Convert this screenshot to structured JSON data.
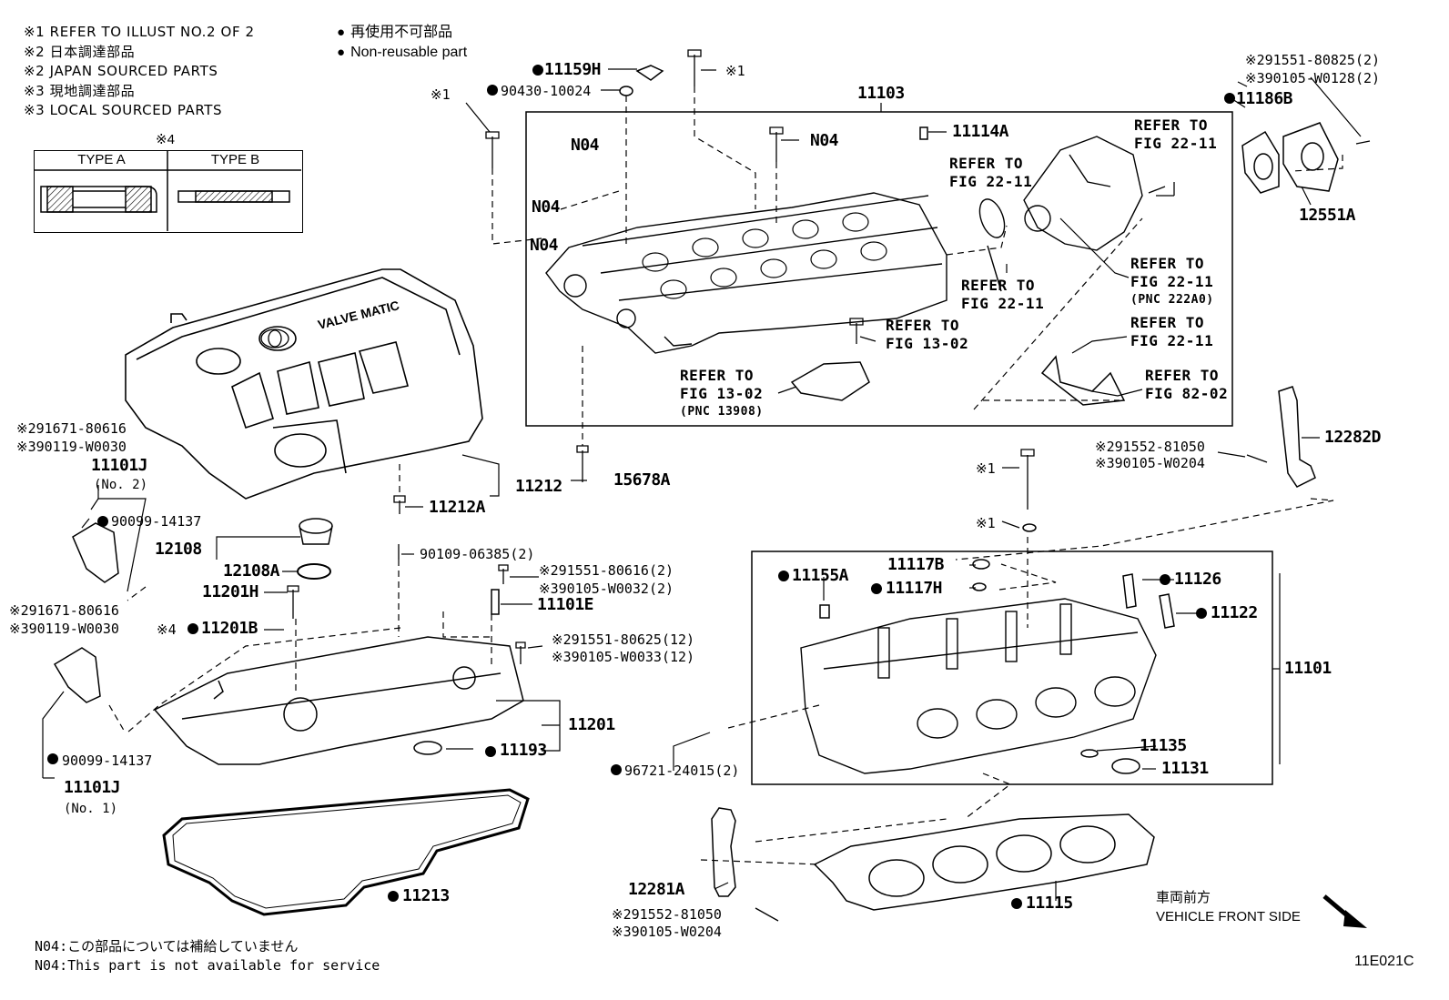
{
  "notes": [
    "※1 REFER TO ILLUST NO.2 OF 2",
    "※2 日本調達部品",
    "※2 JAPAN SOURCED PARTS",
    "※3 現地調達部品",
    "※3 LOCAL SOURCED PARTS"
  ],
  "legend": {
    "jp": "再使用不可部品",
    "en": "Non-reusable part"
  },
  "type_box": {
    "marker": "※4",
    "type_a": "TYPE A",
    "type_b": "TYPE B"
  },
  "labels": {
    "p11159H": "11159H",
    "s1a": "※1",
    "p90430": "90430-10024",
    "s1b": "※1",
    "p11103": "11103",
    "n04a": "N04",
    "n04b": "N04",
    "n04c": "N04",
    "n04d": "N04",
    "p11114A": "11114A",
    "ref2211a_1": "REFER TO",
    "ref2211a_2": "FIG 22-11",
    "ref2211b_1": "REFER TO",
    "ref2211b_2": "FIG 22-11",
    "ref2211c_1": "REFER TO",
    "ref2211c_2": "FIG 22-11",
    "ref2211d_1": "REFER TO",
    "ref2211d_2": "FIG 22-11",
    "ref2211d_3": "(PNC 222A0)",
    "ref2211e_1": "REFER TO",
    "ref2211e_2": "FIG 22-11",
    "ref1302a_1": "REFER TO",
    "ref1302a_2": "FIG 13-02",
    "ref1302b_1": "REFER TO",
    "ref1302b_2": "FIG 13-02",
    "ref1302b_3": "(PNC 13908)",
    "ref8202_1": "REFER TO",
    "ref8202_2": "FIG 82-02",
    "p11186B": "11186B",
    "p12551A": "12551A",
    "s291551_80825": "※291551-80825(2)",
    "s390105_W0128": "※390105-W0128(2)",
    "s291671_a": "※291671-80616",
    "s390119_a": "※390119-W0030",
    "p11101J_a": "11101J",
    "no2": "(No. 2)",
    "p90099_a": "90099-14137",
    "s291671_b": "※291671-80616",
    "s390119_b": "※390119-W0030",
    "p90099_b": "90099-14137",
    "p11101J_b": "11101J",
    "no1": "(No. 1)",
    "p11212": "11212",
    "p15678A": "15678A",
    "p11212A": "11212A",
    "p12108": "12108",
    "p12108A": "12108A",
    "p90109": "90109-06385(2)",
    "p11201H": "11201H",
    "s291551_80616": "※291551-80616(2)",
    "s390105_W0032": "※390105-W0032(2)",
    "p11101E": "11101E",
    "s4": "※4",
    "p11201B": "11201B",
    "s291551_80625": "※291551-80625(12)",
    "s390105_W0033": "※390105-W0033(12)",
    "p11201": "11201",
    "p11193": "11193",
    "p11213": "11213",
    "s291552_a": "※291552-81050",
    "s390105_W0204_a": "※390105-W0204",
    "p12282D": "12282D",
    "s1c": "※1",
    "s1d": "※1",
    "p11155A": "11155A",
    "p11117B": "11117B",
    "p11117H": "11117H",
    "p11126": "11126",
    "p11122": "11122",
    "p11101": "11101",
    "p96721": "96721-24015(2)",
    "p11135": "11135",
    "p11131": "11131",
    "p12281A": "12281A",
    "s291552_b": "※291552-81050",
    "s390105_W0204_b": "※390105-W0204",
    "p11115": "11115"
  },
  "footer": {
    "line_jp": "N04:この部品については補給していません",
    "line_en": "N04:This part is not available for service"
  },
  "front": {
    "jp": "車両前方",
    "en": "VEHICLE FRONT SIDE"
  },
  "illustration_code": "11E021C",
  "cover_logo": "VALVE MATIC"
}
